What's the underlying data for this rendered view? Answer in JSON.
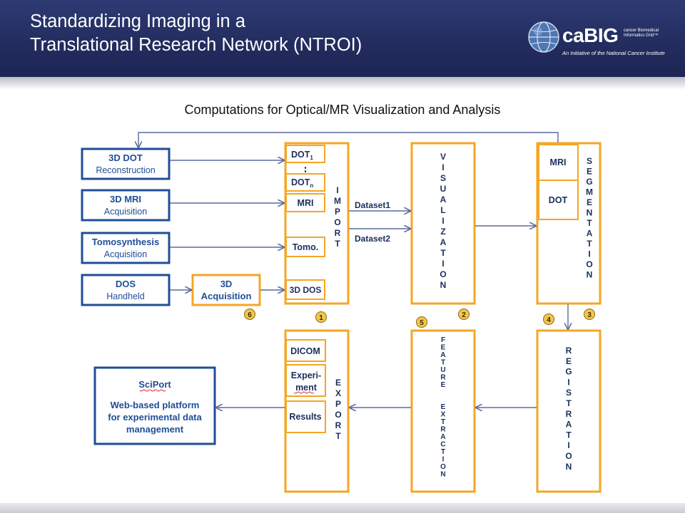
{
  "header": {
    "title_line1": "Standardizing Imaging in a",
    "title_line2": "Translational Research Network  (NTROI)",
    "logo": {
      "name": "caBIG",
      "trademark": "®",
      "subtitle": "cancer Biomedical Informatics Grid™",
      "tagline": "An Initiative of the National Cancer Institute"
    }
  },
  "subtitle": "Computations for Optical/MR Visualization and Analysis",
  "diagram": {
    "sources": [
      {
        "title": "3D DOT",
        "sub": "Reconstruction"
      },
      {
        "title": "3D MRI",
        "sub": "Acquisition"
      },
      {
        "title": "Tomosynthesis",
        "sub": "Acquisition"
      },
      {
        "title": "DOS",
        "sub": "Handheld"
      }
    ],
    "acquisition": {
      "line1": "3D",
      "line2": "Acquisition",
      "badge": "6"
    },
    "import": {
      "label": "IMPORT",
      "badge": "1",
      "slots": {
        "dot1": "DOT",
        "dot1_sub": "1",
        "dotn": "DOT",
        "dotn_sub": "n",
        "dots": "⋮",
        "mri": "MRI",
        "tomo": "Tomo.",
        "dos3d": "3D DOS"
      }
    },
    "datasets": [
      "Dataset1",
      "Dataset2"
    ],
    "visualization": {
      "label": "VISUALIZATION",
      "badge": "2"
    },
    "segmentation": {
      "label": "SEGMENTATION",
      "slots": [
        "MRI",
        "DOT"
      ],
      "badge": "3"
    },
    "registration": {
      "label": "REGISTRATION",
      "badge": "4"
    },
    "feature_extraction": {
      "label1": "FEATURE",
      "label2": "EXTRACTION",
      "badge": "5"
    },
    "export": {
      "label": "EXPORT",
      "slots": [
        "DICOM",
        "Experi-",
        "ment",
        "Results"
      ]
    },
    "sciport": {
      "title": "SciPort",
      "desc": [
        "Web-based platform",
        "for experimental data",
        "management"
      ]
    }
  },
  "colors": {
    "header_bg": "#222c5e",
    "orange": "#f5a623",
    "blue": "#1f4e97",
    "badge_fill": "#f2c64a",
    "arrow": "#5a6a9c"
  }
}
